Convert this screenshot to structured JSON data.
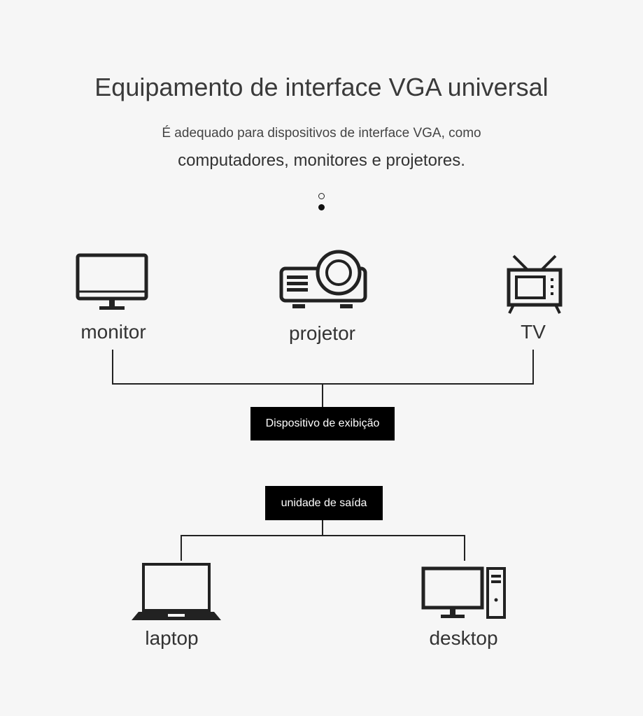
{
  "header": {
    "title": "Equipamento de interface VGA universal",
    "subtitle_line1": "É adequado para dispositivos de interface VGA, como",
    "subtitle_line2": "computadores, monitores e projetores."
  },
  "pagination": {
    "active_index": 1,
    "count": 2
  },
  "display_devices": {
    "monitor": "monitor",
    "projector": "projetor",
    "tv": "TV",
    "group_label": "Dispositivo de exibição"
  },
  "output_devices": {
    "group_label": "unidade de saída",
    "laptop": "laptop",
    "desktop": "desktop"
  },
  "colors": {
    "background": "#f6f6f6",
    "text": "#333333",
    "box_fill": "#000000",
    "box_text": "#ffffff",
    "line": "#222222"
  }
}
